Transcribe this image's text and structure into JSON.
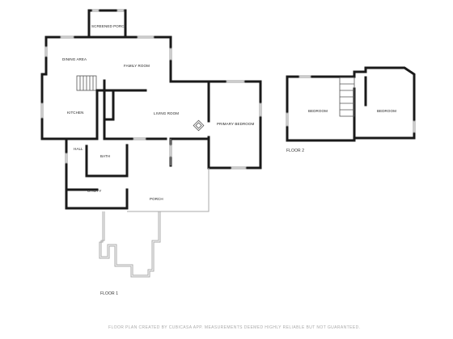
{
  "rooms": {
    "screened_porch": "SCREENED PORCH",
    "dining_area": "DINING AREA",
    "family_room": "FAMILY ROOM",
    "kitchen": "KITCHEN",
    "living_room": "LIVING ROOM",
    "primary_bedroom": "PRIMARY BEDROOM",
    "hall": "HALL",
    "bath": "BATH",
    "utility": "UTILITY",
    "porch": "PORCH",
    "bedroom_left": "BEDROOM",
    "bedroom_right": "BEDROOM"
  },
  "floors": {
    "floor1": "FLOOR 1",
    "floor2": "FLOOR 2"
  },
  "footer": {
    "note": "FLOOR PLAN CREATED BY CUBICASA APP. MEASUREMENTS DEEMED HIGHLY RELIABLE BUT NOT GUARANTEED."
  },
  "colors": {
    "wall": "#1a1a1a",
    "deck": "#aaaaaa",
    "footer_text": "#aaaaaa"
  }
}
